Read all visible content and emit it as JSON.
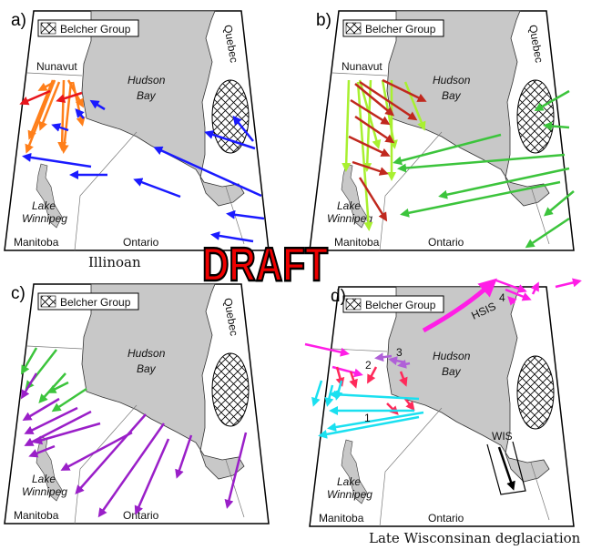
{
  "panels": [
    {
      "id": "a",
      "label": "a)",
      "legend": "Belcher Group",
      "caption": "Illinoan",
      "nunavut": "Nunavut",
      "quebec": "Quebec",
      "hudson": "Hudson",
      "bay": "Bay",
      "lake": "Lake",
      "winnipeg": "Winnipeg",
      "manitoba": "Manitoba",
      "ontario": "Ontario"
    },
    {
      "id": "b",
      "label": "b)",
      "legend": "Belcher Group",
      "nunavut": "Nunavut",
      "quebec": "Quebec",
      "hudson": "Hudson",
      "bay": "Bay",
      "lake": "Lake",
      "winnipeg": "Winnipeg",
      "manitoba": "Manitoba",
      "ontario": "Ontario"
    },
    {
      "id": "c",
      "label": "c)",
      "legend": "Belcher Group",
      "quebec": "Quebec",
      "hudson": "Hudson",
      "bay": "Bay",
      "lake": "Lake",
      "winnipeg": "Winnipeg",
      "manitoba": "Manitoba",
      "ontario": "Ontario"
    },
    {
      "id": "d",
      "label": "d)",
      "legend": "Belcher Group",
      "caption": "Late Wisconsinan deglaciation",
      "hudson": "Hudson",
      "bay": "Bay",
      "lake": "Lake",
      "winnipeg": "Winnipeg",
      "manitoba": "Manitoba",
      "ontario": "Ontario",
      "hsis": "HSIS",
      "wis": "WIS",
      "n1": "1",
      "n2": "2",
      "n3": "3",
      "n4": "4"
    }
  ],
  "watermark": "DRAFT",
  "colors": {
    "land": "#c8c8c8",
    "orange": "#ff7f1a",
    "red": "#e8151c",
    "blue": "#1a1aff",
    "green": "#3cc43c",
    "lime": "#a8f030",
    "darkred": "#c0281e",
    "purple": "#9a1fc8",
    "magenta": "#ff1ee6",
    "pink": "#ff2a5a",
    "lilac": "#b060d8",
    "cyan": "#1ae0f0"
  }
}
